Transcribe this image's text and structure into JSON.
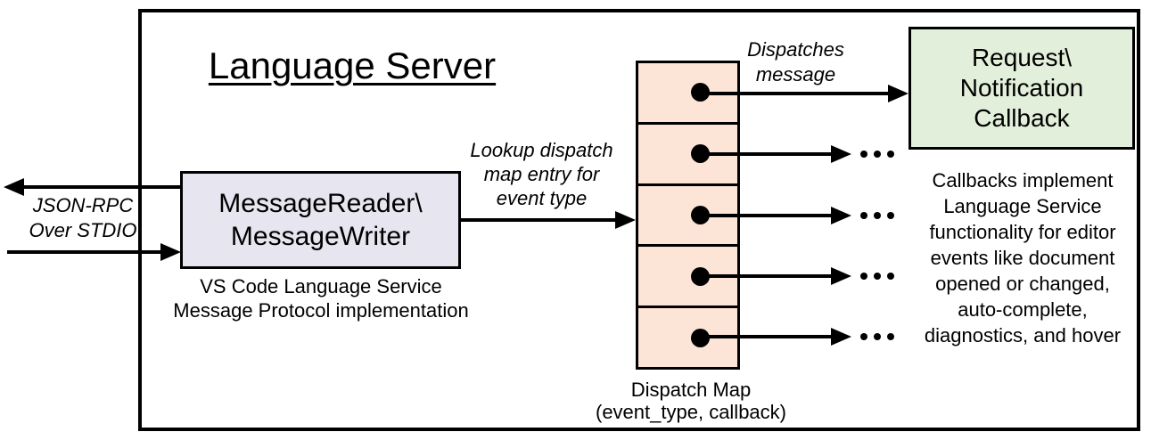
{
  "diagram": {
    "title": "Language Server",
    "reader_box": {
      "label": "MessageReader\\\nMessageWriter",
      "caption": "VS Code Language Service\nMessage Protocol implementation"
    },
    "stdio_label": "JSON-RPC\nOver STDIO",
    "lookup_label": "Lookup dispatch\nmap entry for\nevent type",
    "dispatches_label": "Dispatches\nmessage",
    "dispatch_map": {
      "caption": "Dispatch Map\n(event_type, callback)",
      "row_count": 5
    },
    "callback_box": {
      "label": "Request\\\nNotification\nCallback"
    },
    "callbacks_note": "Callbacks implement\nLanguage Service\nfunctionality for editor\nevents like document\nopened or changed,\nauto-complete,\ndiagnostics, and hover",
    "colors": {
      "reader_box_fill": "#e7e6f0",
      "dispatch_map_fill": "#fce4d6",
      "callback_box_fill": "#e2efda",
      "line_color": "#000000"
    }
  }
}
